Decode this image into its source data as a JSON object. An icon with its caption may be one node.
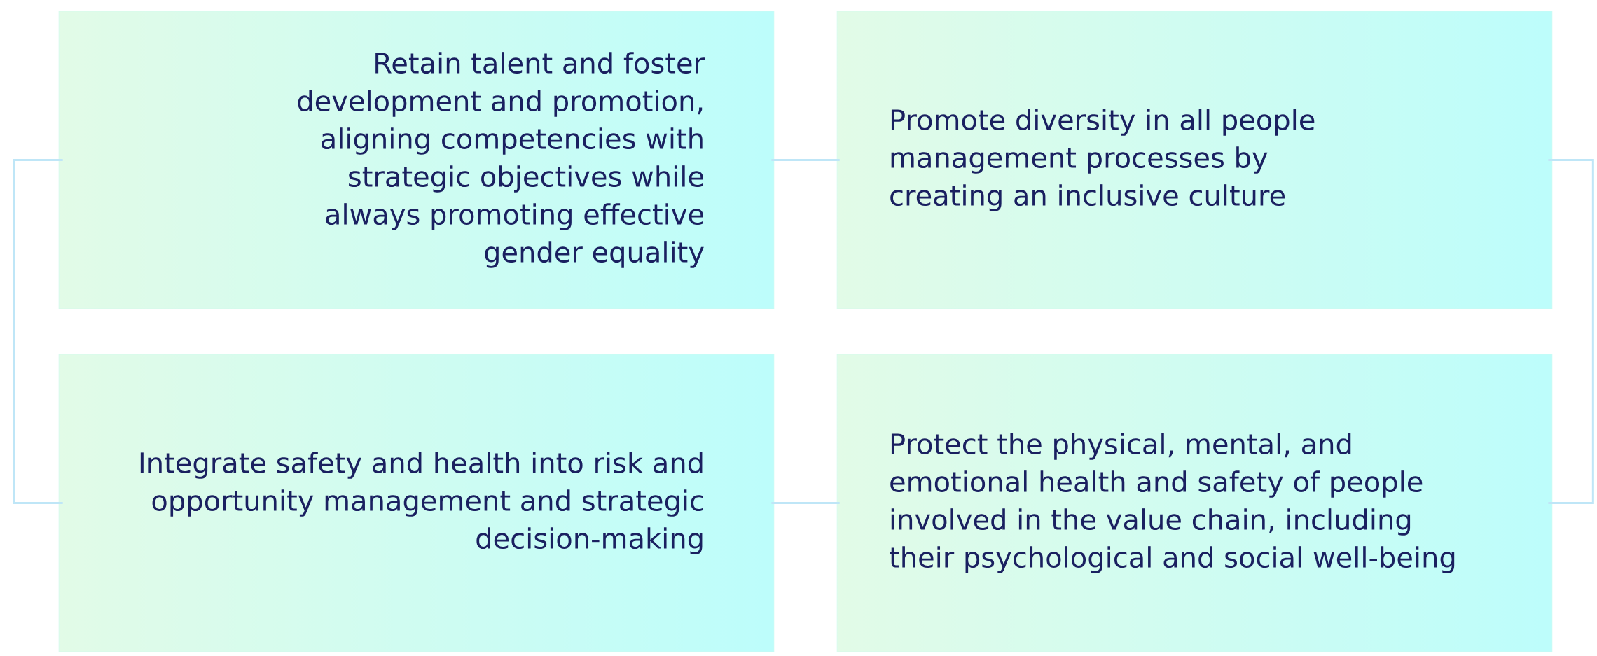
{
  "diagram": {
    "nodes": [
      {
        "text": [
          "Retain talent and foster development and promotion, aligning competencies with strategic objectives while always promoting effective gender equality"
        ]
      },
      {
        "text": [
          "Promote diversity in all people management processes by creating an inclusive culture"
        ]
      },
      {
        "text": [
          "Integrate safety and health into risk and opportunity management and strategic decision-making"
        ]
      },
      {
        "text": [
          "Protect the physical, mental, and emotional health and safety of people involved in the value chain, including their psychological and social well-being"
        ]
      }
    ],
    "edges": [
      {
        "from": 0,
        "to": 1,
        "arrow": "none"
      },
      {
        "from": 2,
        "to": 3,
        "arrow": "none"
      },
      {
        "from": 0,
        "to": 2,
        "arrow": "none"
      },
      {
        "from": 1,
        "to": 3,
        "arrow": "none"
      }
    ]
  }
}
